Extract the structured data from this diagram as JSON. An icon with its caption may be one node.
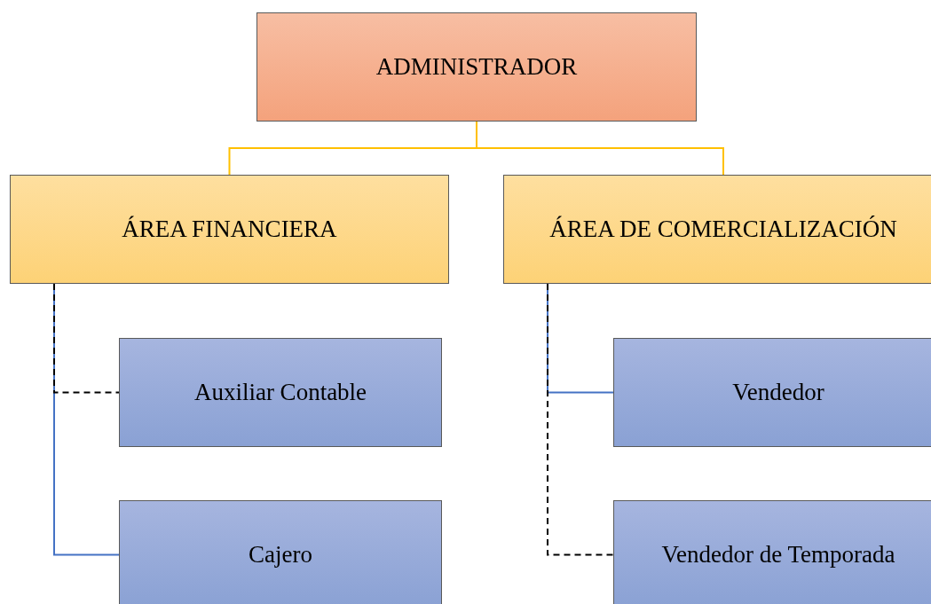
{
  "diagram": {
    "nodes": [
      {
        "text": [
          "ADMINISTRADOR"
        ]
      },
      {
        "text": [
          "ÁREA FINANCIERA"
        ]
      },
      {
        "text": [
          "ÁREA DE COMERCIALIZACIÓN"
        ]
      },
      {
        "text": [
          "Auxiliar Contable"
        ]
      },
      {
        "text": [
          "Cajero"
        ]
      },
      {
        "text": [
          "Vendedor"
        ]
      },
      {
        "text": [
          "Vendedor de Temporada"
        ]
      }
    ],
    "edges": [
      {
        "from": 0,
        "to": 1,
        "arrow": "none",
        "color": "#ffc000"
      },
      {
        "from": 0,
        "to": 2,
        "arrow": "none",
        "color": "#ffc000"
      },
      {
        "from": 1,
        "to": 3,
        "arrow": "none",
        "style": "dashed",
        "color": "#000000"
      },
      {
        "from": 1,
        "to": 4,
        "arrow": "none",
        "color": "#4472c4"
      },
      {
        "from": 2,
        "to": 5,
        "arrow": "none",
        "color": "#4472c4"
      },
      {
        "from": 2,
        "to": 6,
        "arrow": "none",
        "style": "dashed",
        "color": "#000000"
      }
    ]
  }
}
